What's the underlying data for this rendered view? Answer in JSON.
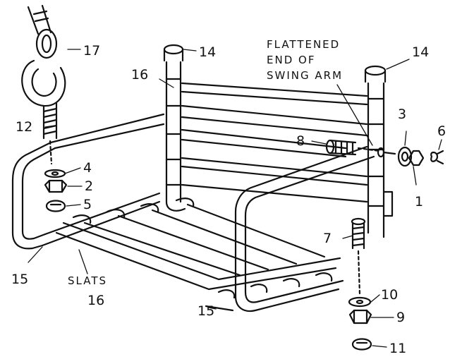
{
  "diagram": {
    "notes": {
      "flattened_line1": "FLATTENED",
      "flattened_line2": "END OF",
      "flattened_line3": "SWING ARM",
      "slats": "SLATS"
    },
    "callouts": {
      "p1": "1",
      "p2": "2",
      "p3": "3",
      "p4": "4",
      "p5": "5",
      "p6": "6",
      "p7": "7",
      "p8": "8",
      "p9": "9",
      "p10": "10",
      "p11": "11",
      "p12": "12",
      "p14_left": "14",
      "p14_right": "14",
      "p15_left": "15",
      "p15_bottom": "15",
      "p16_top": "16",
      "p16_slats": "16",
      "p17": "17"
    },
    "colors": {
      "ink": "#111111",
      "paper": "#ffffff"
    }
  }
}
